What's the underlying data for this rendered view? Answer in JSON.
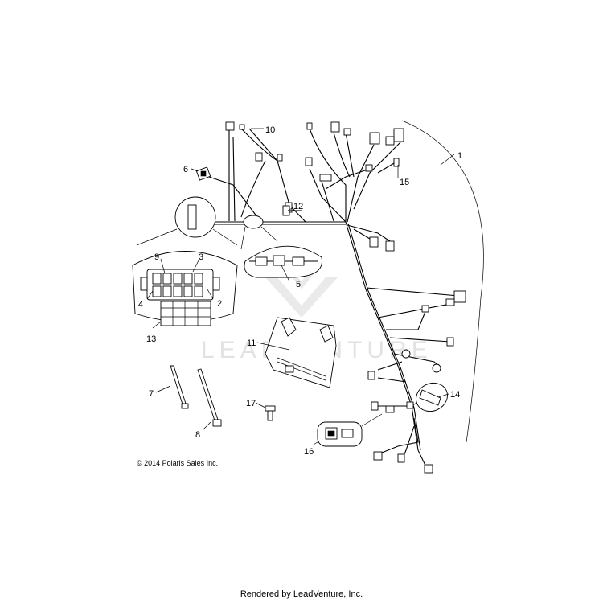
{
  "copyright": "© 2014 Polaris Sales Inc.",
  "footer": "Rendered by LeadVenture, Inc.",
  "watermark": "LEADVENTURE",
  "callouts": {
    "c1": "1",
    "c2": "2",
    "c3": "3",
    "c4": "4",
    "c5": "5",
    "c6": "6",
    "c7": "7",
    "c8": "8",
    "c9": "9",
    "c10": "10",
    "c11": "11",
    "c12": "12",
    "c13": "13",
    "c14": "14",
    "c15": "15",
    "c16": "16",
    "c17": "17"
  }
}
